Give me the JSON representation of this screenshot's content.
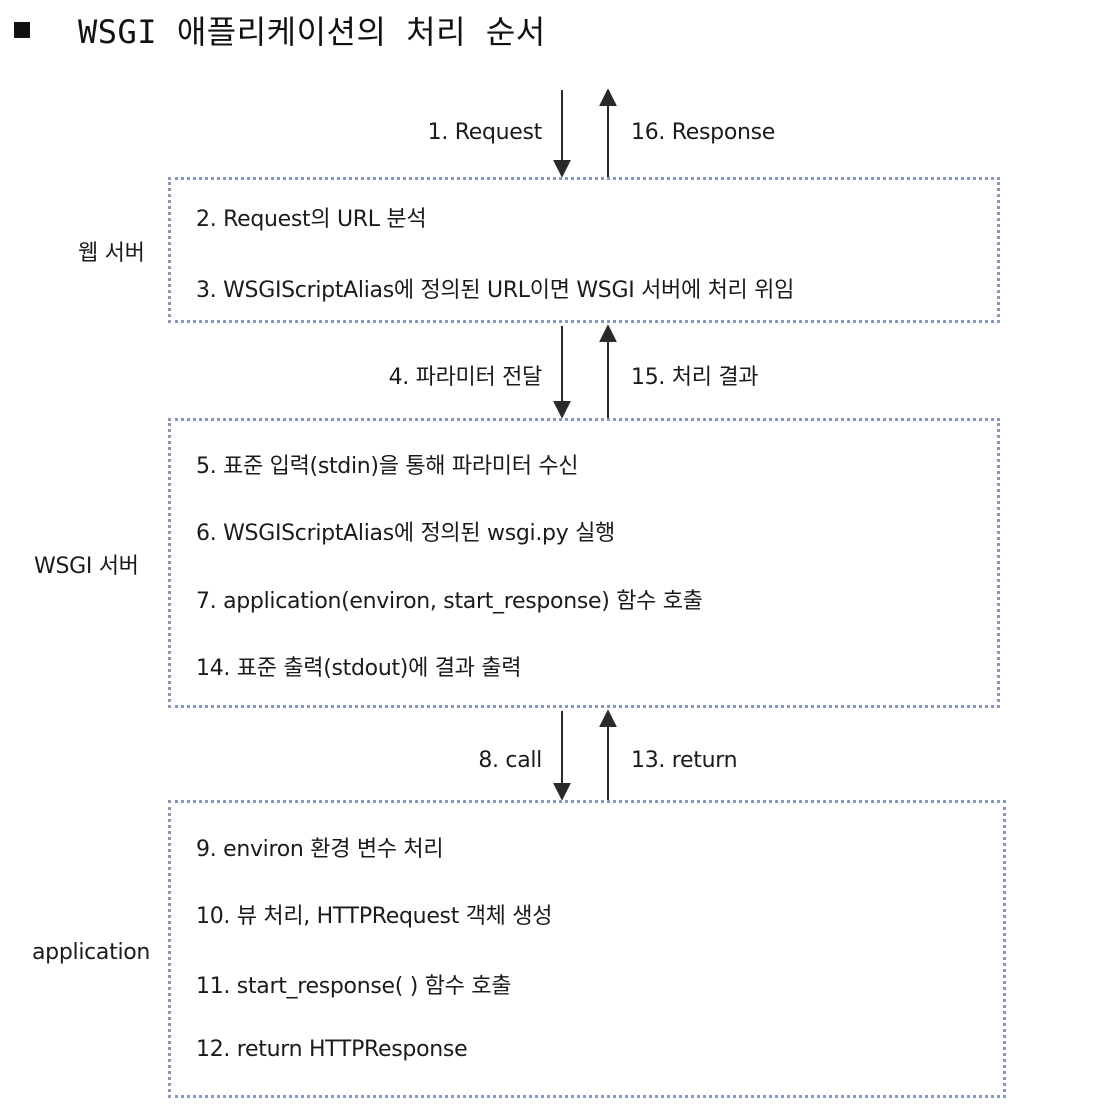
{
  "title": {
    "bullet": "■",
    "text": "WSGI 애플리케이션의 처리 순서"
  },
  "layers": {
    "web_server": {
      "label": "웹 서버",
      "steps": [
        "2. Request의 URL 분석",
        "3. WSGIScriptAlias에 정의된 URL이면 WSGI 서버에 처리 위임"
      ]
    },
    "wsgi_server": {
      "label": "WSGI 서버",
      "steps": [
        "5. 표준 입력(stdin)을 통해 파라미터 수신",
        "6. WSGIScriptAlias에 정의된 wsgi.py 실행",
        "7. application(environ, start_response) 함수 호출",
        "14. 표준 출력(stdout)에 결과 출력"
      ]
    },
    "application": {
      "label": "application",
      "steps": [
        "9. environ 환경 변수 처리",
        "10. 뷰 처리, HTTPRequest 객체 생성",
        "11. start_response( ) 함수 호출",
        "12. return HTTPResponse"
      ]
    }
  },
  "flows": {
    "client_web": {
      "down": "1. Request",
      "up": "16. Response"
    },
    "web_wsgi": {
      "down": "4. 파라미터 전달",
      "up": "15. 처리 결과"
    },
    "wsgi_app": {
      "down": "8. call",
      "up": "13. return"
    }
  },
  "colors": {
    "box_border": "#8a98bf",
    "arrow": "#2a2a2a",
    "text": "#1b1b1b"
  }
}
